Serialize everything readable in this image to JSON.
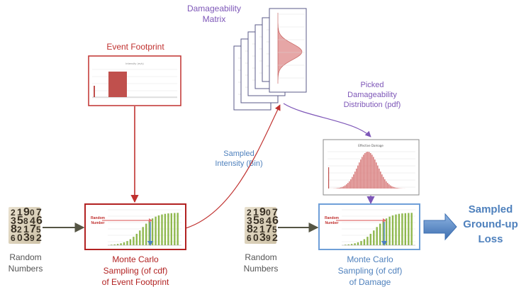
{
  "labels": {
    "damageability_matrix_line1": "Damageability",
    "damageability_matrix_line2": "Matrix",
    "event_footprint": "Event Footprint",
    "picked_line1": "Picked",
    "picked_line2": "Damageability",
    "picked_line3": "Distribution (pdf)",
    "sampled_intensity_line1": "Sampled",
    "sampled_intensity_line2": "Intensity (Bin)",
    "random_numbers_left_line1": "Random",
    "random_numbers_left_line2": "Numbers",
    "random_numbers_right_line1": "Random",
    "random_numbers_right_line2": "Numbers",
    "mc_left_line1": "Monte Carlo",
    "mc_left_line2": "Sampling (of cdf)",
    "mc_left_line3": "of Event Footprint",
    "mc_right_line1": "Monte Carlo",
    "mc_right_line2": "Sampling (of cdf)",
    "mc_right_line3": "of Damage",
    "output_line1": "Sampled",
    "output_line2": "Ground-up",
    "output_line3": "Loss",
    "random_number_tag_line1": "Random",
    "random_number_tag_line2": "Number",
    "effective_damage_title": "Effective Damage",
    "intensity_chart_title": "Intensity (m/s)"
  },
  "colors": {
    "red": "#c0312f",
    "dark_red": "#b22222",
    "purple": "#7e57b8",
    "blue_text": "#4f81bd",
    "blue_box": "#6f9fd8",
    "arrow_blue": "#4a7fc1",
    "dark_arrow": "#555544",
    "green_bar": "#8fb84e",
    "pink_fill": "#e6a6a6",
    "gray_text": "#555555"
  },
  "icons": {
    "random_numbers_left": "random-digits-image",
    "random_numbers_right": "random-digits-image",
    "output_arrow": "block-arrow-right"
  }
}
